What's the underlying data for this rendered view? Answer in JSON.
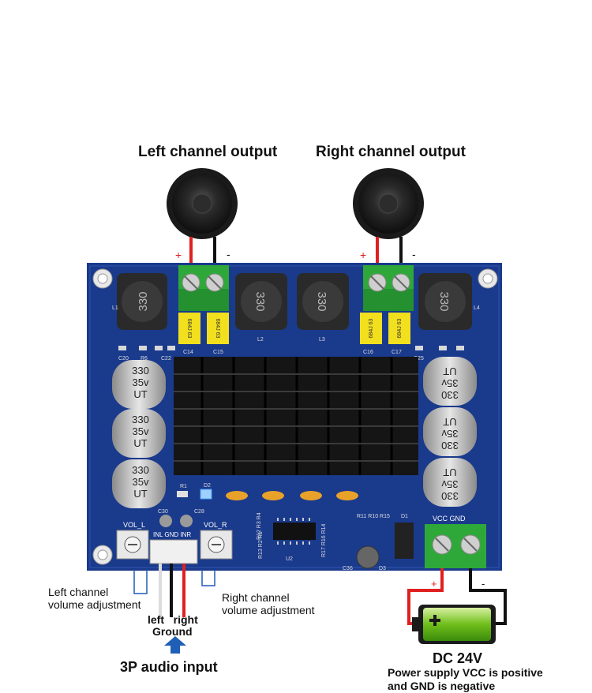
{
  "titles": {
    "left_output": "Left channel output",
    "right_output": "Right channel output"
  },
  "speaker_polarity": {
    "plus": "+",
    "minus": "-"
  },
  "board": {
    "inductors": [
      "330",
      "330",
      "330",
      "330"
    ],
    "inductor_refs": [
      "L1",
      "L2",
      "L3",
      "L4"
    ],
    "film_caps": [
      "684J 63",
      "684J 63",
      "684J 63",
      "684J 63"
    ],
    "film_cap_refs": [
      "C14",
      "C15",
      "C16",
      "C17"
    ],
    "small_refs": {
      "c20": "C20",
      "r6": "R6",
      "c22": "C22",
      "c25": "C25",
      "c30": "C30",
      "c28": "C28",
      "c36": "C36",
      "d1": "D1",
      "r1": "R1",
      "d2": "D2",
      "u2": "U2",
      "d3": "D3"
    },
    "electrolytic": {
      "value": "330",
      "voltage": "35v",
      "brand": "UT"
    },
    "pot_left_label": "VOL_L",
    "pot_right_label": "VOL_R",
    "input_header_label": "INL GND INR",
    "power_header_label": "VCC GND",
    "r_cluster_1": "R11 R10 R15",
    "r_cluster_2": "R17 R16 R14",
    "r_cluster_3": "R12 R3 R4",
    "r_cluster_4": "R13 R2 R1"
  },
  "annotations": {
    "left_volume_line1": "Left channel",
    "left_volume_line2": "volume adjustment",
    "right_volume_line1": "Right channel",
    "right_volume_line2": "volume adjustment",
    "left_right": "left   right",
    "ground": "Ground",
    "audio_input": "3P audio input",
    "power_plus": "+",
    "power_minus": "-",
    "dc": "DC 24V",
    "note_line1": "Power supply VCC is positive",
    "note_line2": "and GND is negative"
  },
  "colors": {
    "board": "#1a3a8c",
    "terminal": "#2fa83a",
    "film_cap": "#f2df1e",
    "wire_red": "#e02020",
    "wire_black": "#111111",
    "battery_green": "#7ec820",
    "arrow_blue": "#1f5fb8"
  }
}
